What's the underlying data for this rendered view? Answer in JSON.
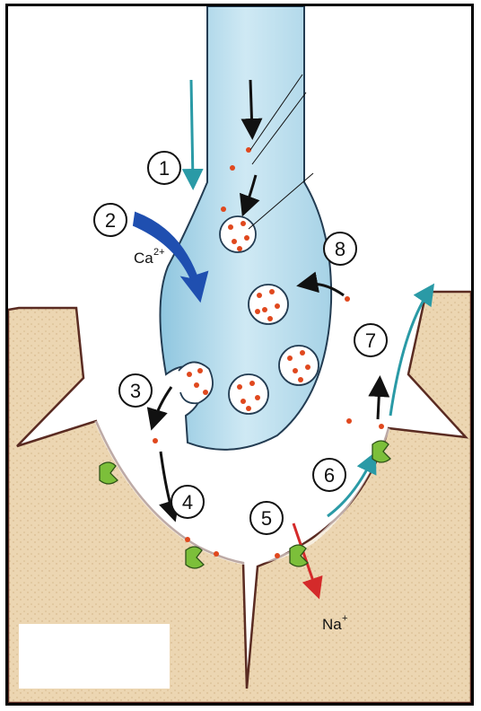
{
  "figure": {
    "steps": [
      "1",
      "2",
      "3",
      "4",
      "5",
      "6",
      "7",
      "8"
    ],
    "ions": {
      "calcium": {
        "symbol": "Ca",
        "charge": "2+"
      },
      "sodium": {
        "symbol": "Na",
        "charge": "+"
      }
    }
  },
  "colors": {
    "axon_fill": "#bfe0ef",
    "tissue_fill": "#ead3ae",
    "tissue_outline": "#5a2b22",
    "vesicle_dot": "#e0481e",
    "receptor": "#7cbf3a",
    "calcium_arrow": "#1f4fb0",
    "teal_arrow": "#2a9aa6",
    "sodium_arrow": "#d42a2a"
  }
}
